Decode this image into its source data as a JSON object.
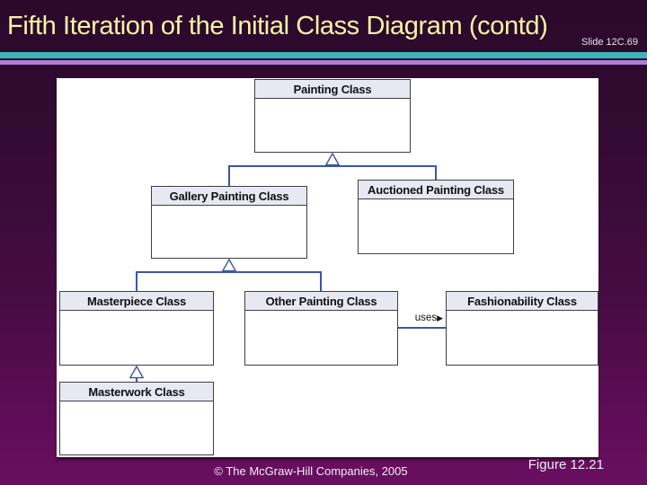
{
  "header": {
    "title": "Fifth Iteration of the Initial Class Diagram (contd)",
    "slide_label": "Slide 12C.69"
  },
  "diagram": {
    "classes": [
      {
        "label": "Painting Class"
      },
      {
        "label": "Gallery Painting Class"
      },
      {
        "label": "Auctioned Painting Class"
      },
      {
        "label": "Masterpiece Class"
      },
      {
        "label": "Other Painting Class"
      },
      {
        "label": "Fashionability Class"
      },
      {
        "label": "Masterwork Class"
      }
    ],
    "relationships": {
      "generalizations": [
        {
          "parent": "Painting Class",
          "children": [
            "Gallery Painting Class",
            "Auctioned Painting Class"
          ]
        },
        {
          "parent": "Gallery Painting Class",
          "children": [
            "Masterpiece Class",
            "Other Painting Class"
          ]
        },
        {
          "parent": "Masterpiece Class",
          "children": [
            "Masterwork Class"
          ]
        }
      ],
      "association": {
        "from": "Other Painting Class",
        "to": "Fashionability Class",
        "label": "uses",
        "arrow": "▶"
      }
    }
  },
  "footer": {
    "copyright": "© The McGraw-Hill Companies, 2005",
    "figure_label": "Figure 12.21"
  },
  "colors": {
    "background_top": "#2b092b",
    "background_bottom": "#6a0e60",
    "title_text": "#f9f3a4",
    "teal_rule": "#3cb6b6",
    "violet_rule": "#b07ed8",
    "connector_blue": "#3b57a3",
    "box_header_fill": "#e8e8f2",
    "box_border": "#3f3f47"
  }
}
